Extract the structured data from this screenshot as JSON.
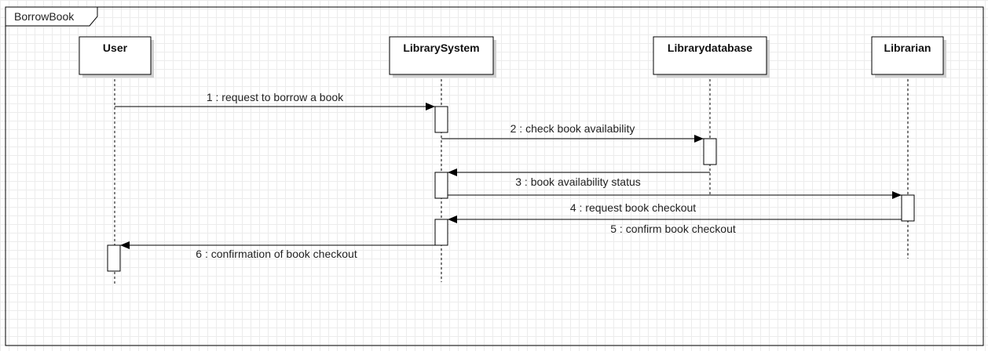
{
  "diagram": {
    "frame_title": "BorrowBook",
    "lifelines": [
      {
        "id": "user",
        "label": "User"
      },
      {
        "id": "system",
        "label": "LibrarySystem"
      },
      {
        "id": "database",
        "label": "Librarydatabase"
      },
      {
        "id": "librarian",
        "label": "Librarian"
      }
    ],
    "messages": [
      {
        "label": "1 : request to borrow a book",
        "from": "user",
        "to": "system"
      },
      {
        "label": "2 : check book availability",
        "from": "system",
        "to": "database"
      },
      {
        "label": "3 : book availability status",
        "from": "database",
        "to": "system"
      },
      {
        "label": "4 : request book checkout",
        "from": "system",
        "to": "librarian"
      },
      {
        "label": "5 : confirm book checkout",
        "from": "librarian",
        "to": "system"
      },
      {
        "label": "6 : confirmation of book checkout",
        "from": "system",
        "to": "user"
      }
    ],
    "colors": {
      "line": "#000000",
      "shadow": "#d0d0d0",
      "box": "#ffffff"
    }
  }
}
